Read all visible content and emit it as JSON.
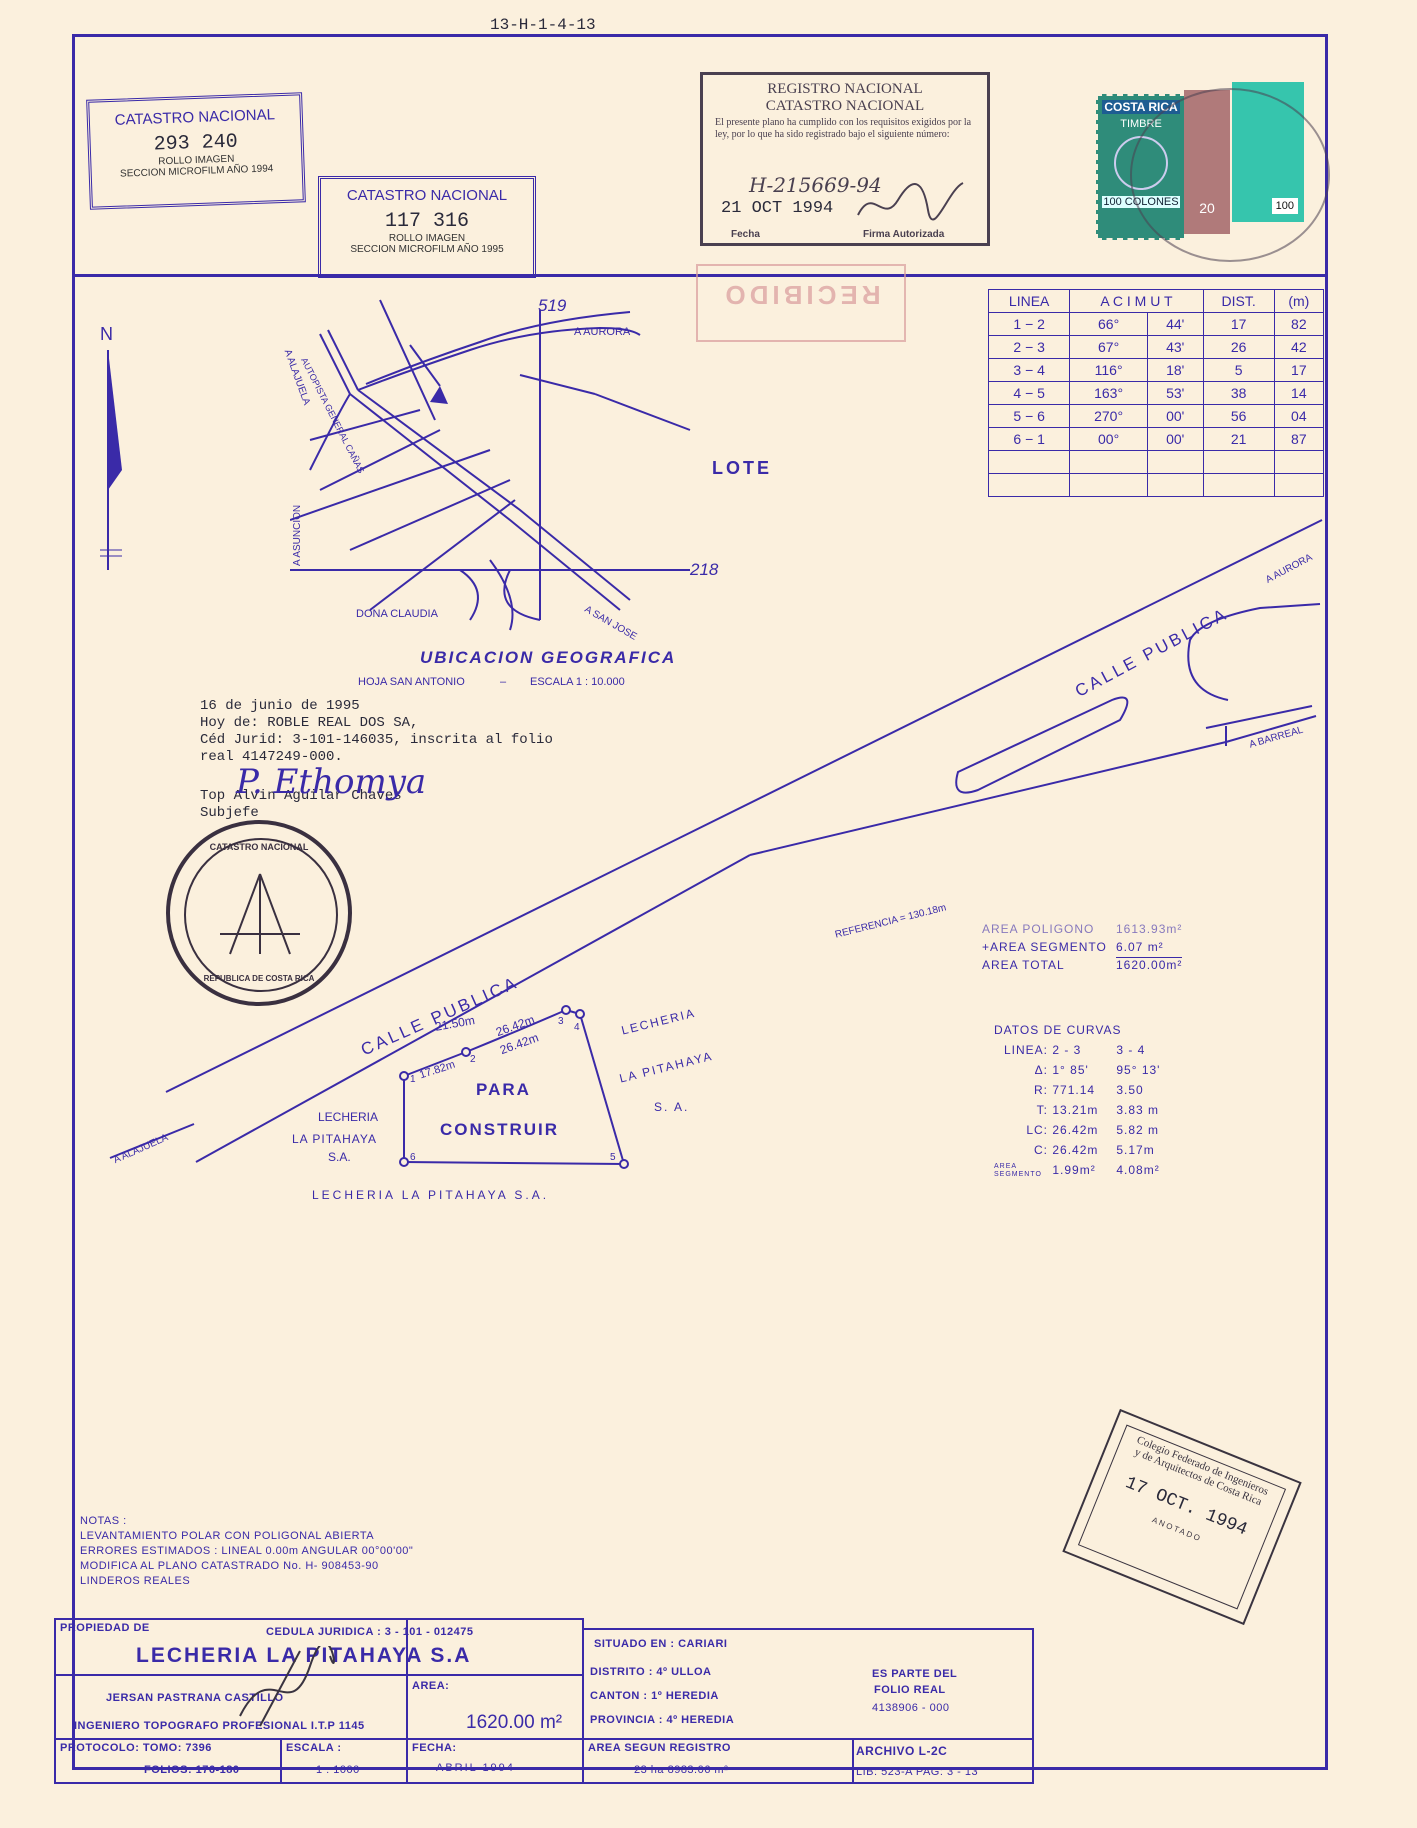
{
  "top_ref": "13-H-1-4-13",
  "catastro1": {
    "title": "CATASTRO NACIONAL",
    "number": "293 240",
    "line1": "ROLLO IMAGEN",
    "line2": "SECCION MICROFILM AÑO 1994"
  },
  "catastro2": {
    "title": "CATASTRO NACIONAL",
    "number": "117 316",
    "line1": "ROLLO IMAGEN",
    "line2": "SECCION MICROFILM AÑO 1995"
  },
  "registro": {
    "title1": "REGISTRO NACIONAL",
    "title2": "CATASTRO NACIONAL",
    "text": "El presente plano ha cumplido con los requisitos exigidos por la ley, por lo que ha sido registrado bajo el siguiente número:",
    "number": "H-215669-94",
    "date": "21 OCT 1994",
    "fecha": "Fecha",
    "firma": "Firma Autorizada"
  },
  "timbre": {
    "country": "COSTA RICA",
    "label": "TIMBRE",
    "value": "100 COLONES",
    "v2": "20",
    "v3": "100"
  },
  "recibido": "RECIBIDO",
  "north": "N",
  "ubicacion": {
    "title": "UBICACION GEOGRAFICA",
    "sub": "HOJA SAN ANTONIO",
    "scale": "ESCALA 1 : 10.000",
    "lote": "LOTE",
    "aurora": "A AURORA",
    "alajuela": "A ALAJUELA",
    "autopista": "AUTOPISTA GENERAL CAÑAS",
    "asuncion": "A ASUNCION",
    "dona": "DONA CLAUDIA",
    "sanjose": "A SAN JOSE",
    "c19": "519",
    "c18": "218"
  },
  "azimut_table": {
    "headers": [
      "LINEA",
      "A C I M U T",
      "DIST.",
      "(m)"
    ],
    "rows": [
      [
        "1 − 2",
        "66°",
        "44'",
        "17",
        "82"
      ],
      [
        "2 − 3",
        "67°",
        "43'",
        "26",
        "42"
      ],
      [
        "3 − 4",
        "116°",
        "18'",
        "5",
        "17"
      ],
      [
        "4 − 5",
        "163°",
        "53'",
        "38",
        "14"
      ],
      [
        "5 − 6",
        "270°",
        "00'",
        "56",
        "04"
      ],
      [
        "6 − 1",
        "00°",
        "00'",
        "21",
        "87"
      ]
    ]
  },
  "note": {
    "date": "16 de junio de 1995",
    "line2": "Hoy de:  ROBLE REAL DOS SA,",
    "line3": "Céd Jurid: 3-101-146035, inscrita al folio",
    "line4": "real 4147249-000.",
    "sig": "P. Ethomya",
    "line5": "Top Alvin Aguilar Chaves",
    "line6": "Subjefe"
  },
  "seal": {
    "text": "CATASTRO NACIONAL",
    "sub": "REPUBLICA DE COSTA RICA"
  },
  "plan": {
    "calle1": "CALLE PUBLICA",
    "calle2": "CALLE PUBLICA",
    "barreal": "A BARREAL",
    "aurora": "A AURORA",
    "alajuela": "A ALAJUELA",
    "referencia": "REFERENCIA = 130.18m",
    "d1": "21.50m",
    "d2": "26.42m",
    "d3": "26.42m",
    "d4": "17.82m",
    "para": "PARA",
    "construir": "CONSTRUIR",
    "lech_right1": "LECHERIA",
    "lech_right2": "LA PITAHAYA",
    "lech_right3": "S. A.",
    "lech_left1": "LECHERIA",
    "lech_left2": "LA PITAHAYA",
    "lech_left3": "S.A.",
    "lech_bottom": "LECHERIA LA PITAHAYA S.A.",
    "p1": "1",
    "p2": "2",
    "p3": "3",
    "p4": "4",
    "p5": "5",
    "p6": "6"
  },
  "areas": {
    "l1": "AREA  POLIGONO",
    "v1": "1613.93m²",
    "l2": "+AREA  SEGMENTO",
    "v2": "6.07 m²",
    "l3": "AREA  TOTAL",
    "v3": "1620.00m²"
  },
  "curvas": {
    "title": "DATOS DE CURVAS",
    "rows": [
      [
        "LINEA:",
        "2 - 3",
        "3 - 4"
      ],
      [
        "Δ:",
        "1° 85'",
        "95° 13'"
      ],
      [
        "R:",
        "771.14",
        "3.50"
      ],
      [
        "T:",
        "13.21m",
        "3.83 m"
      ],
      [
        "LC:",
        "26.42m",
        "5.82 m"
      ],
      [
        "C:",
        "26.42m",
        "5.17m"
      ]
    ],
    "seg_label1": "AREA",
    "seg_label2": "SEGMENTO",
    "seg1": "1.99m²",
    "seg2": "4.08m²"
  },
  "colegio": {
    "text1": "Colegio Federado de Ingenieros",
    "text2": "y de Arquitectos de Costa Rica",
    "date": "17 OCT. 1994",
    "anotado": "ANOTADO"
  },
  "notas": {
    "title": "NOTAS :",
    "l1": "LEVANTAMIENTO POLAR CON POLIGONAL ABIERTA",
    "l2": "ERRORES ESTIMADOS : LINEAL 0.00m    ANGULAR 00°00'00\"",
    "l3": "MODIFICA AL PLANO CATASTRADO No. H- 908453-90",
    "l4": "LINDEROS REALES"
  },
  "titleblock": {
    "propiedad": "PROPIEDAD DE",
    "cedula": "CEDULA JURIDICA : 3 - 101 - 012475",
    "owner": "LECHERIA  LA PITAHAYA S.A",
    "ing1": "JERSAN PASTRANA CASTILLO",
    "ing2": "INGENIERO TOPOGRAFO PROFESIONAL I.T.P 1145",
    "area_l": "AREA:",
    "area_v": "1620.00 m²",
    "protocolo": "PROTOCOLO: TOMO: 7396",
    "folios": "FOLIOS: 176-180",
    "escala_l": "ESCALA :",
    "escala_v": "1 : 1000",
    "fecha_l": "FECHA:",
    "fecha_v": "ABRIL 1994",
    "situado": "SITUADO EN : CARIARI",
    "distrito": "DISTRITO : 4º ULLOA",
    "canton": "CANTON : 1º HEREDIA",
    "provincia": "PROVINCIA : 4º HEREDIA",
    "esparte1": "ES PARTE DEL",
    "esparte2": "FOLIO REAL",
    "esparte3": "4138906 - 000",
    "areareg_l": "AREA SEGUN REGISTRO",
    "areareg_v": "23 ha 8983.06 m²",
    "archivo": "ARCHIVO  L-2C",
    "lib": "LIB: 523-A   PAG: 3 - 13"
  }
}
